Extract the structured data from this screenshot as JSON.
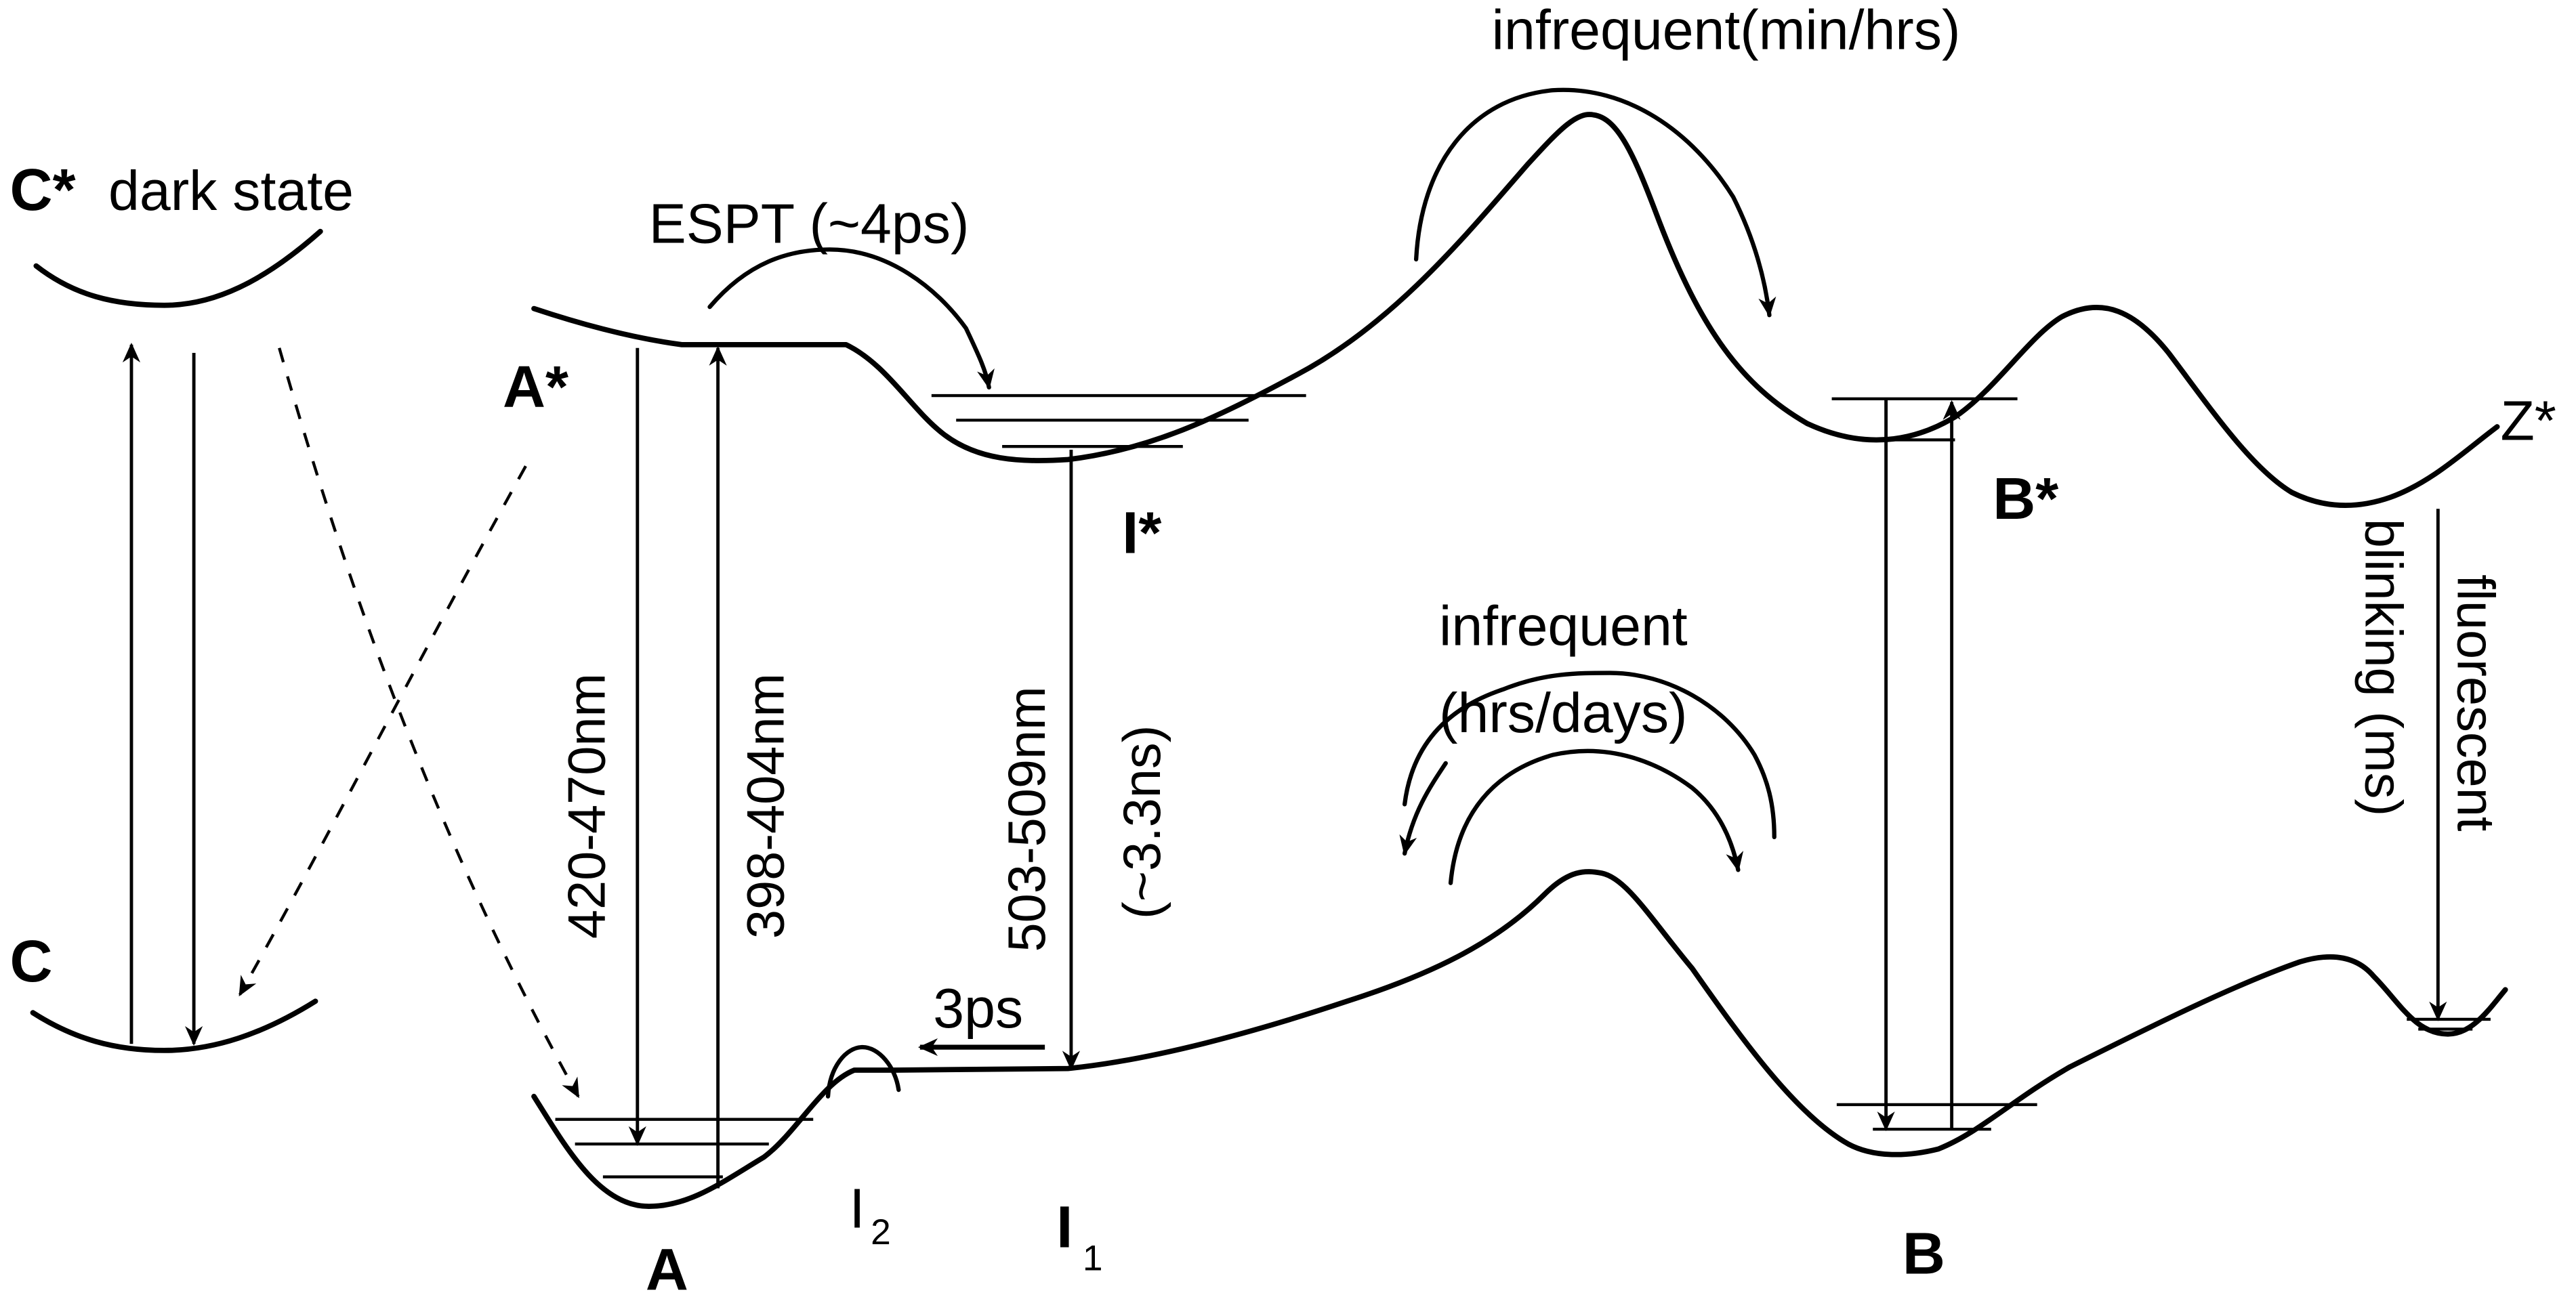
{
  "figure": {
    "title": "GFP photophysics energy landscape",
    "states": {
      "c_star": "C*",
      "c_star_desc": "dark state",
      "c": "C",
      "a_star": "A*",
      "a": "A",
      "i_star": "I*",
      "i1": "I",
      "i1_sub": "1",
      "i2": "I",
      "i2_sub": "2",
      "b_star": "B*",
      "b": "B",
      "z_star": "Z*"
    },
    "transitions": {
      "espt": "ESPT (~4ps)",
      "infrequent_top": "infrequent(min/hrs)",
      "infrequent_bottom_line1": "infrequent",
      "infrequent_bottom_line2": "(hrs/days)",
      "emission_a": "420-470nm",
      "absorption_a": "398-404nm",
      "emission_i": "503-509nm",
      "lifetime_i": "(~3.3ns)",
      "ground_relax": "3ps",
      "blinking_line1": "fluorescent",
      "blinking_line2": "blinking (ms)"
    },
    "colors": {
      "ink": "#000000",
      "background": "#ffffff"
    }
  }
}
